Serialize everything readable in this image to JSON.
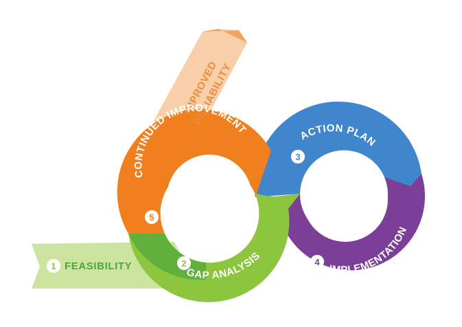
{
  "steps": [
    {
      "num": "1",
      "label": "FEASIBILITY",
      "color": "#c7df93"
    },
    {
      "num": "2",
      "label": "GAP ANALYSIS",
      "color": "#8bc34a"
    },
    {
      "num": "3",
      "label": "ACTION PLAN",
      "color": "#3f84c8"
    },
    {
      "num": "4",
      "label": "IMPLEMENTATION",
      "color": "#7a3f96"
    },
    {
      "num": "5",
      "label": "CONTINUED IMPROVEMENT",
      "color": "#ef7f1a"
    }
  ],
  "outcome": {
    "line1": "IMPROVED",
    "line2": "RELIABILITY",
    "color": "#f6c9a1"
  }
}
